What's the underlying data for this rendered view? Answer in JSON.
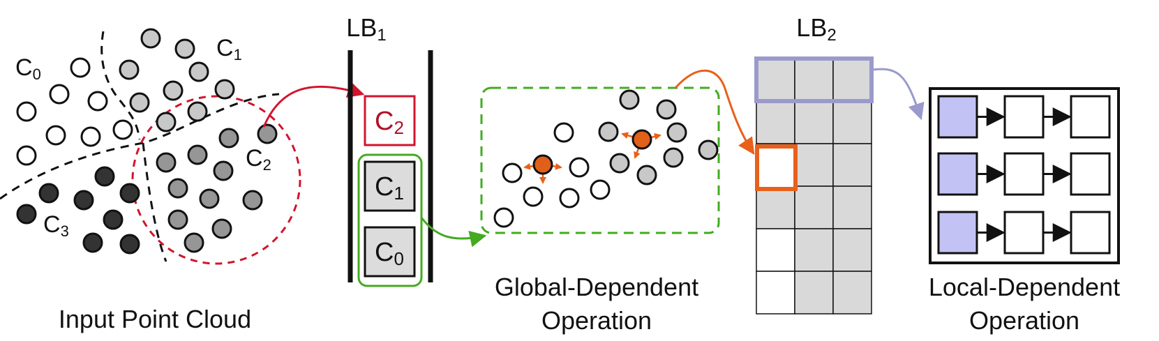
{
  "panels": {
    "input": {
      "caption": "Input Point Cloud",
      "cluster_labels": [
        {
          "base": "C",
          "sub": "0"
        },
        {
          "base": "C",
          "sub": "1"
        },
        {
          "base": "C",
          "sub": "2"
        },
        {
          "base": "C",
          "sub": "3"
        }
      ]
    },
    "lb1": {
      "title": {
        "base": "LB",
        "sub": "1"
      },
      "highlighted_chunk": {
        "base": "C",
        "sub": "2"
      },
      "queued_chunks": [
        {
          "base": "C",
          "sub": "1"
        },
        {
          "base": "C",
          "sub": "0"
        }
      ]
    },
    "global_op": {
      "caption_line1": "Global-Dependent",
      "caption_line2": "Operation"
    },
    "lb2": {
      "title": {
        "base": "LB",
        "sub": "2"
      }
    },
    "local_op": {
      "caption_line1": "Local-Dependent",
      "caption_line2": "Operation"
    }
  },
  "colors": {
    "empty_point": "#ffffff",
    "c1_point": "#c8c8c8",
    "c2_point": "#969696",
    "c3_point": "#333333",
    "active_point": "#e0601a",
    "red_accent": "#d2142d",
    "green_accent": "#44aa22",
    "orange_accent": "#e8601a",
    "lavender_accent": "#9a9acc",
    "lavender_fill": "#c2c2f4",
    "buffer_fill": "#d9d9d9"
  }
}
